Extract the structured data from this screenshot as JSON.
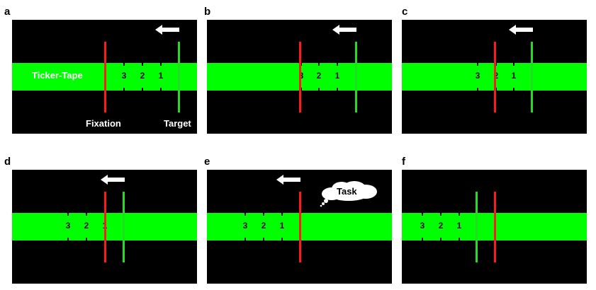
{
  "panels": {
    "a": {
      "letter": "a",
      "tape_label": "Ticker-Tape",
      "fixation_label": "Fixation",
      "target_label": "Target",
      "numbers": [
        "3",
        "2",
        "1"
      ]
    },
    "b": {
      "letter": "b",
      "numbers": [
        "3",
        "2",
        "1"
      ]
    },
    "c": {
      "letter": "c",
      "numbers": [
        "3",
        "2",
        "1"
      ]
    },
    "d": {
      "letter": "d",
      "numbers": [
        "3",
        "2",
        "1"
      ]
    },
    "e": {
      "letter": "e",
      "numbers": [
        "3",
        "2",
        "1"
      ],
      "thought_text": "Task"
    },
    "f": {
      "letter": "f",
      "numbers": [
        "3",
        "2",
        "1"
      ]
    }
  },
  "colors": {
    "background": "#000000",
    "tape": "#00ff00",
    "fixation": "#ff1a1a",
    "target": "#22dd22",
    "arrow": "#ffffff"
  },
  "icons": {
    "direction": "left-arrow-icon",
    "thought": "thought-bubble-icon"
  }
}
